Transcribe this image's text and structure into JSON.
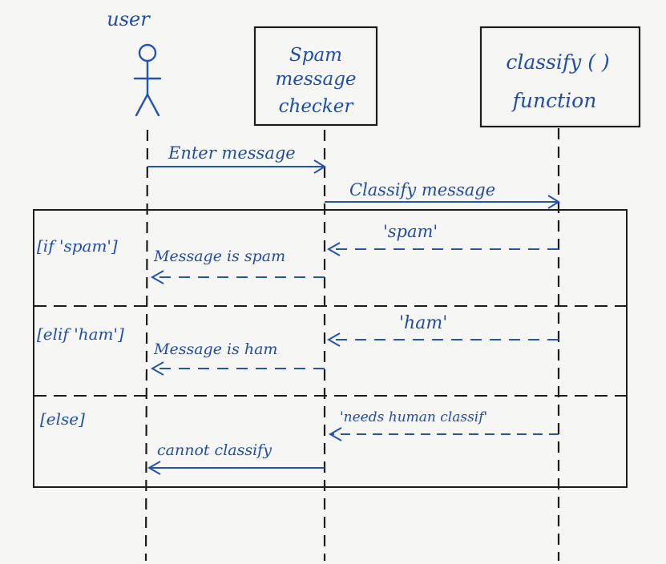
{
  "participants": {
    "user": {
      "label": "user",
      "icon": "stick-figure-icon"
    },
    "checker": {
      "label_lines": [
        "Spam",
        "message",
        "checker"
      ]
    },
    "classify": {
      "label_lines": [
        "classify ( )",
        "function"
      ]
    }
  },
  "messages": {
    "enter": "Enter message",
    "classify": "Classify message",
    "spam_return": "'spam'",
    "spam_reply": "Message is spam",
    "ham_return": "'ham'",
    "ham_reply": "Message is ham",
    "needs_return": "'needs human classif'",
    "cannot_reply": "cannot classify"
  },
  "fragment": {
    "guard_if": "[if 'spam']",
    "guard_elif": "[elif 'ham']",
    "guard_else": "[else]"
  },
  "colors": {
    "ink": "#1f4ea8",
    "lines": "#1c1c1c",
    "paper": "#f6f6f4"
  }
}
